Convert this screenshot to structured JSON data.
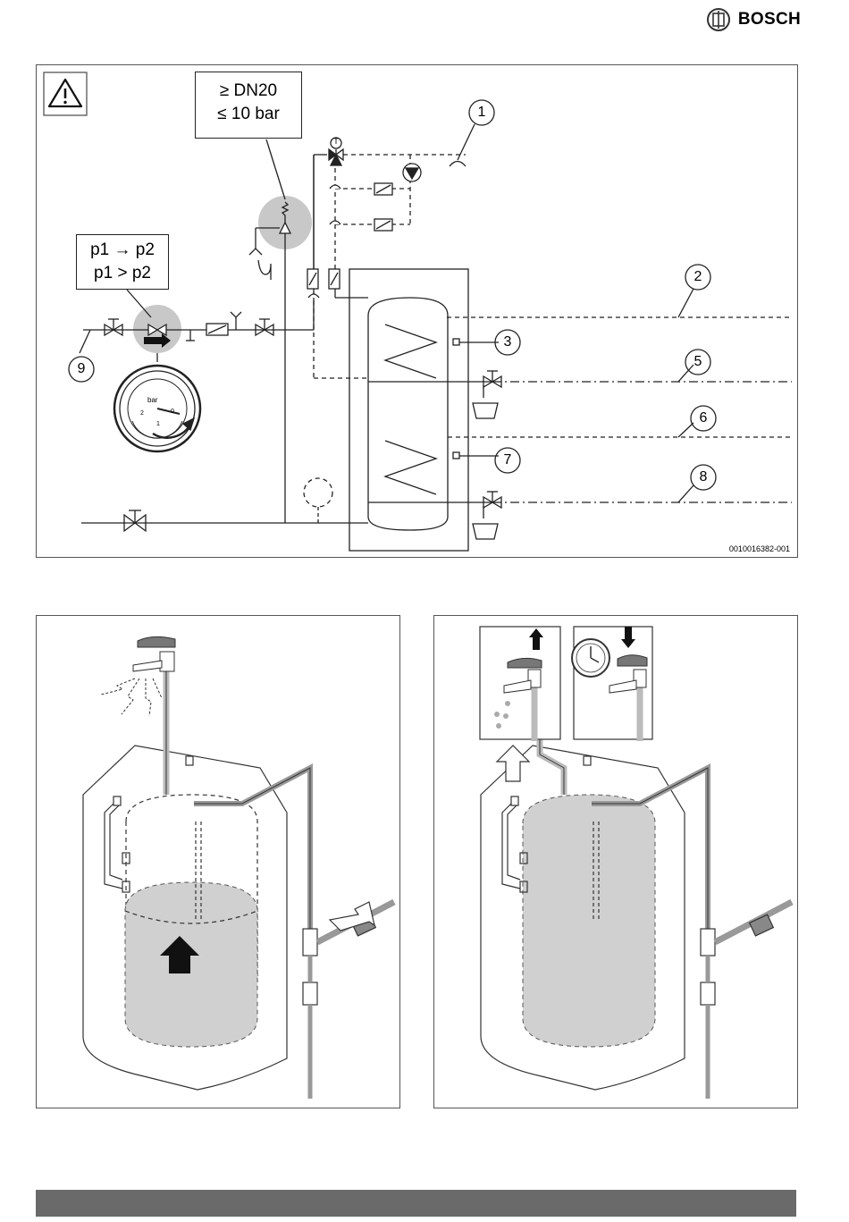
{
  "header": {
    "brand": "BOSCH",
    "logo_icon": "bosch-armature-icon"
  },
  "schematic": {
    "warning_icon": "warning-triangle-icon",
    "valve_spec": {
      "line1": "≥ DN20",
      "line2": "≤ 10 bar"
    },
    "pressure_note": {
      "line1": "p1 → p2",
      "line2": "p1 > p2"
    },
    "gauge": {
      "unit": "bar",
      "ticks": [
        "2",
        "1",
        "0"
      ]
    },
    "thermostat_label": "T",
    "callouts": [
      "1",
      "2",
      "3",
      "5",
      "6",
      "7",
      "8",
      "9"
    ],
    "reference": "0010016382-001"
  },
  "fill_panel": {
    "icons": [
      "mixer-tap-icon",
      "fill-arrow-icon",
      "inlet-arrow-icon"
    ]
  },
  "flush_panel": {
    "icons": [
      "tap-open-icon",
      "clock-icon",
      "tap-close-icon",
      "outlet-arrow-icon"
    ]
  },
  "colors": {
    "highlight_gray": "#c8c8c8",
    "water_gray": "#d0d0d0",
    "footer_bar": "#6a6a6a"
  }
}
